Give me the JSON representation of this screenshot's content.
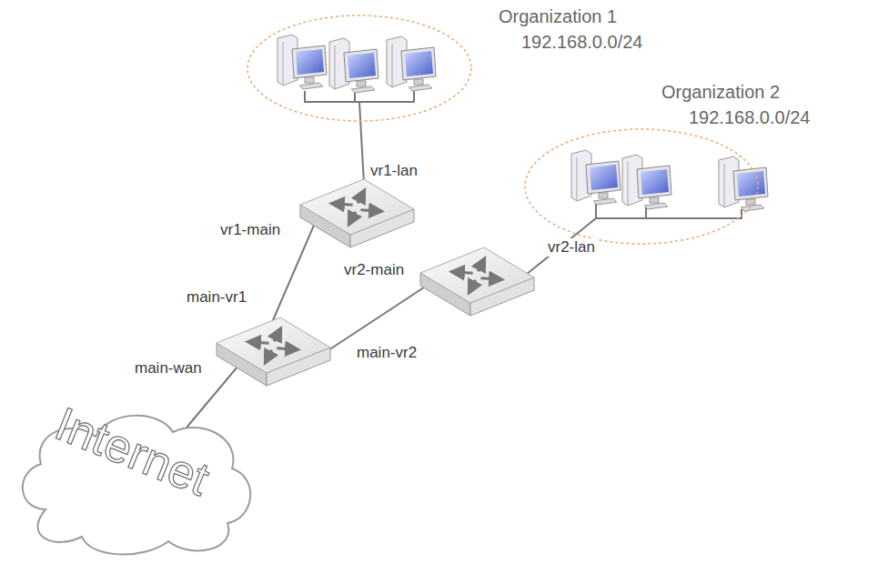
{
  "diagram": {
    "nodes": [
      {
        "text": [
          "Organization 1",
          "192.168.0.0/24"
        ]
      },
      {
        "text": [
          "Organization 2",
          "192.168.0.0/24"
        ]
      },
      {
        "text": [
          "Internet"
        ]
      }
    ],
    "labels": [
      "vr1-lan",
      "vr1-main",
      "main-vr1",
      "main-wan",
      "vr2-main",
      "main-vr2",
      "vr2-lan"
    ]
  }
}
